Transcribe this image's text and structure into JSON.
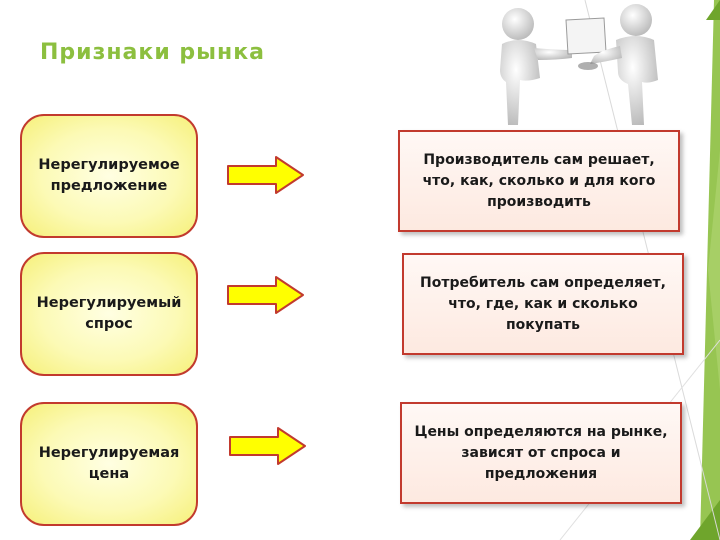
{
  "slide": {
    "title": "Признаки  рынка"
  },
  "rows": [
    {
      "feature": "Нерегулируемое предложение",
      "description": "Производитель  сам решает, что, как, сколько и для кого производить"
    },
    {
      "feature": "Нерегулируемый спрос",
      "description": "Потребитель сам определяет, что, где, как и сколько покупать"
    },
    {
      "feature": "Нерегулируемая цена",
      "description": "Цены определяются на рынке, зависят от спроса и предложения"
    }
  ],
  "colors": {
    "title": "#8cbf3f",
    "accent_green": "#8cbf3f",
    "box_border": "#c23a2e",
    "feature_fill": "#fcfab6",
    "description_fill": "#fde9e0",
    "arrow_fill": "#ffff00",
    "arrow_stroke": "#c23a2e"
  },
  "icons": {
    "illustration": "two-people-exchanging-document-icon",
    "arrows": "right-arrow-icon"
  }
}
